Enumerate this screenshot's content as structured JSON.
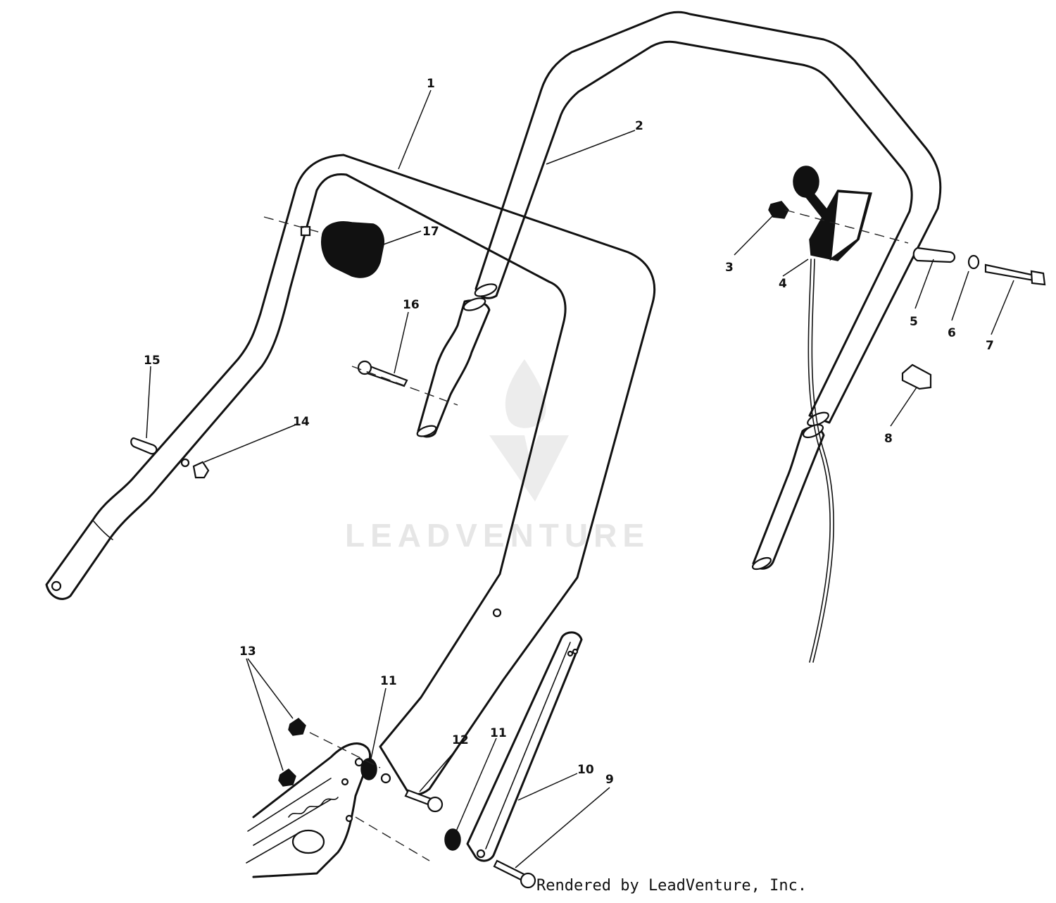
{
  "diagram": {
    "callouts": [
      "1",
      "2",
      "3",
      "4",
      "5",
      "6",
      "7",
      "8",
      "9",
      "10",
      "11",
      "11",
      "12",
      "13",
      "14",
      "15",
      "16",
      "17"
    ],
    "watermark": "LEADVENTURE",
    "credit": "Rendered by LeadVenture, Inc."
  }
}
